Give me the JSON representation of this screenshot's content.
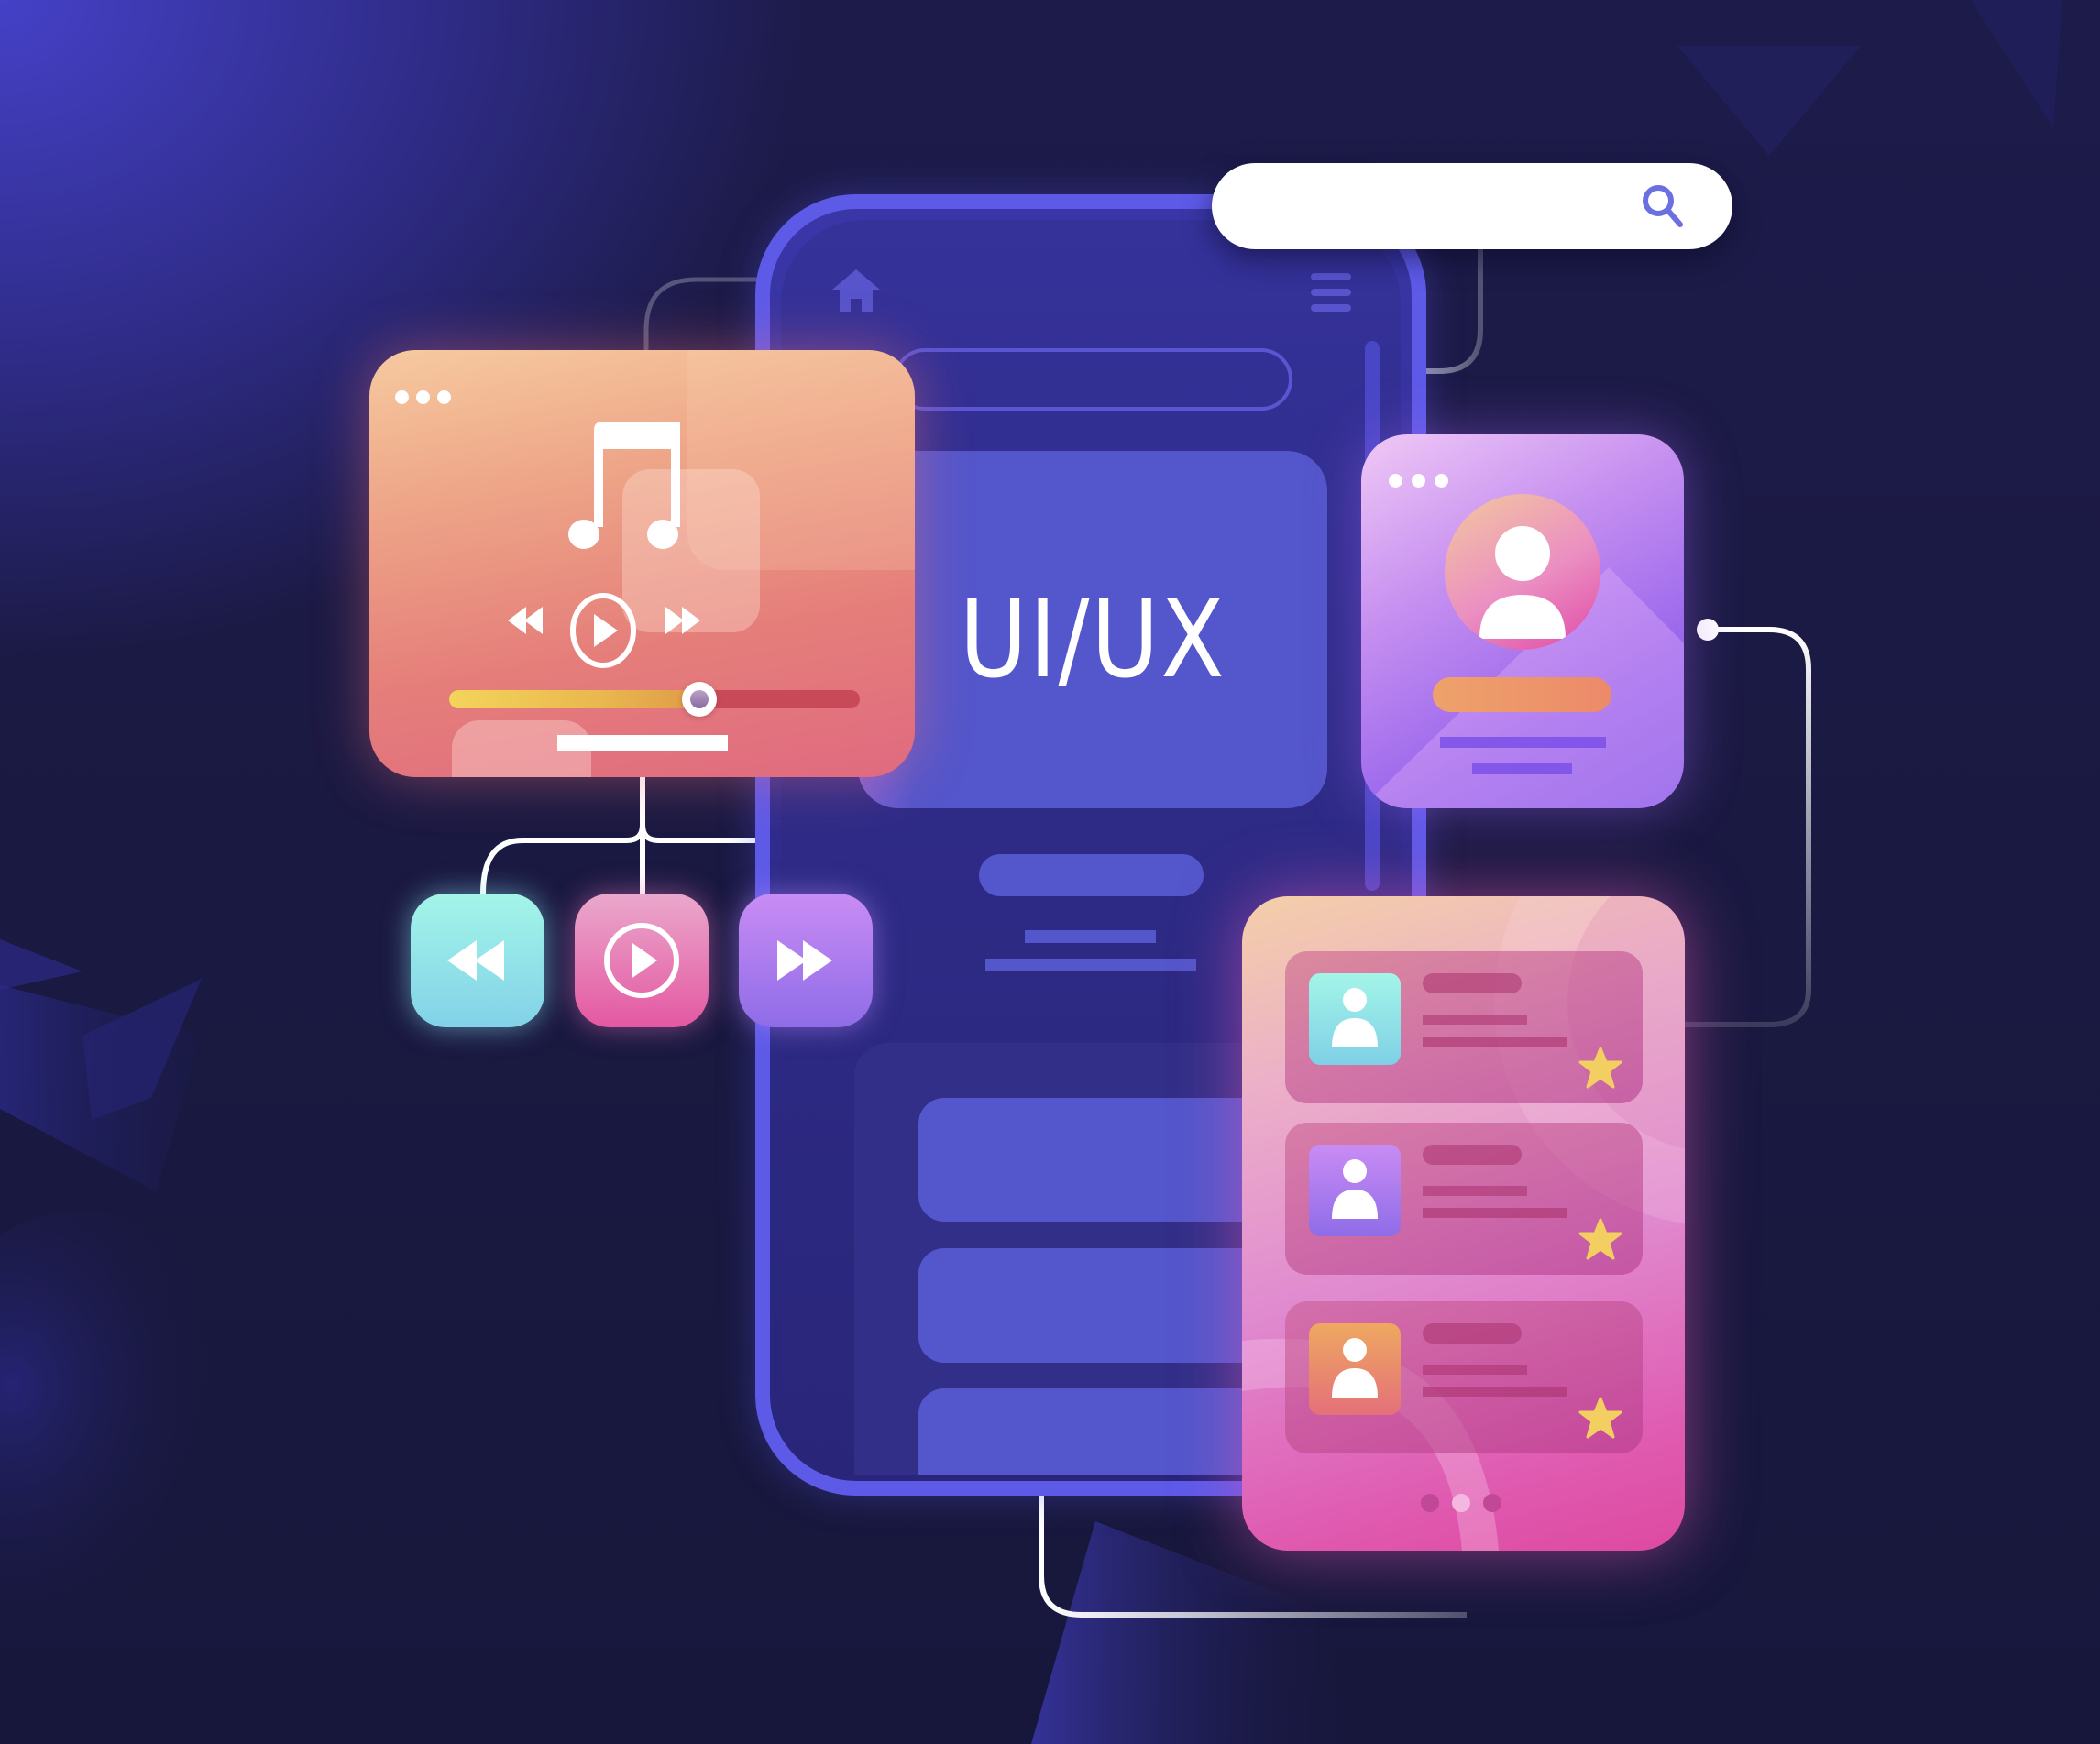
{
  "scene": {
    "title": "UI/UX",
    "colors": {
      "background_top_left": "#4541c8",
      "background_dark": "#1a1941",
      "phone_frame": "#5e5ae8",
      "phone_screen": "#2f2c8a",
      "phone_block": "#5456cb",
      "connector": "#ffffff",
      "star": "#f3cf62"
    }
  },
  "search": {
    "placeholder": "",
    "value": "",
    "icon": "search-icon",
    "icon_color": "#6c6fe0"
  },
  "phone": {
    "icons": [
      "home-icon",
      "menu-icon"
    ],
    "hero_label": "UI/UX",
    "list_slots": 3
  },
  "music_player": {
    "window_dots": 3,
    "icons": [
      "music-note-icon",
      "rewind-icon",
      "play-circle-icon",
      "fast-forward-icon"
    ],
    "progress_percent": 61,
    "colors": {
      "card_top": "#f6caa0",
      "card_bottom": "#e06a80",
      "progress_fill": "#f4d45a",
      "progress_track": "#c84a58"
    }
  },
  "controls": [
    {
      "name": "rewind",
      "icon": "rewind-icon",
      "color_top": "#a3f5e8",
      "color_bottom": "#82d2e8"
    },
    {
      "name": "play",
      "icon": "play-circle-icon",
      "color_top": "#eaa8cc",
      "color_bottom": "#e458a2"
    },
    {
      "name": "forward",
      "icon": "fast-forward-icon",
      "color_top": "#c98cf4",
      "color_bottom": "#8f6ce8"
    }
  ],
  "profile_card": {
    "window_dots": 3,
    "icons": [
      "user-avatar-icon",
      "mountain-image-icon"
    ],
    "colors": {
      "card_top": "#f0c8f6",
      "card_bottom": "#7d52e6",
      "name_pill": "#eea26a"
    }
  },
  "contacts_card": {
    "rows": [
      {
        "avatar_color_top": "#a3f5e8",
        "avatar_color_bottom": "#7fd0e6",
        "starred": true
      },
      {
        "avatar_color_top": "#c98cf4",
        "avatar_color_bottom": "#8f6ce8",
        "starred": true
      },
      {
        "avatar_color_top": "#eea860",
        "avatar_color_bottom": "#e4707a",
        "starred": true
      }
    ],
    "pager": {
      "pages": 3,
      "active_index": 1
    }
  }
}
